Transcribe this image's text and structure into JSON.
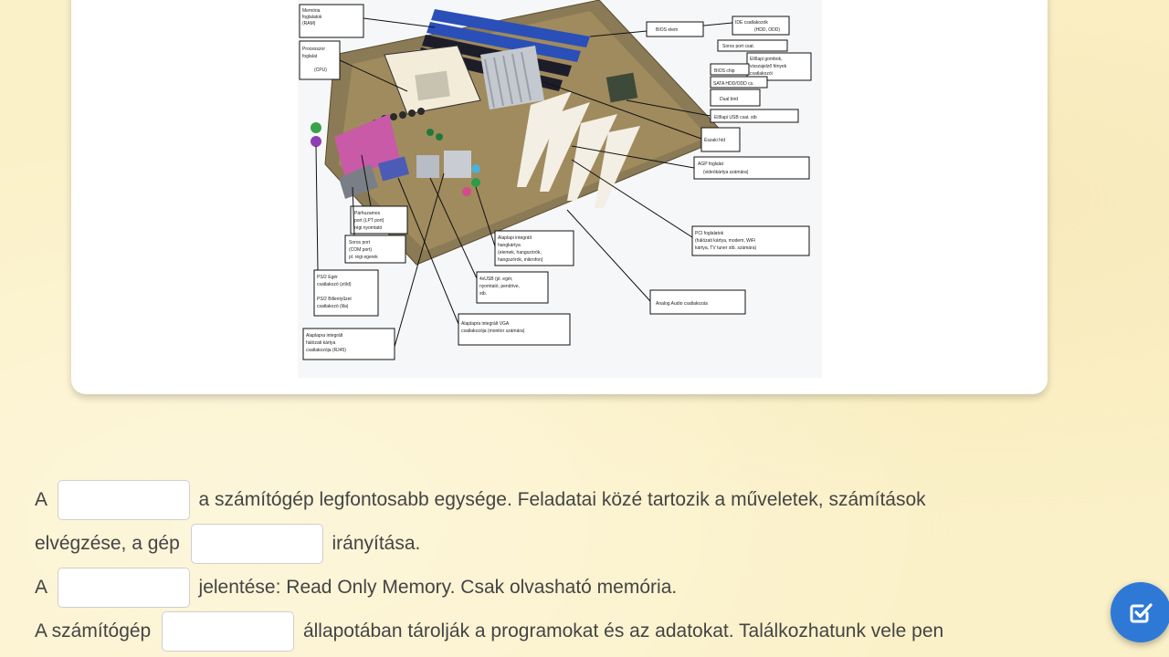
{
  "diagram": {
    "callouts": {
      "ram": [
        "Memória",
        "foglalatok",
        "(RAM)"
      ],
      "cpu": [
        "Processzor",
        "foglalat",
        "(CPU)"
      ],
      "ide": [
        "IDE csatlakozók",
        "(HDD, ODD)"
      ],
      "bios_elem": [
        "BIOS elem"
      ],
      "soros_port": [
        "Soros port csat."
      ],
      "elolapi": [
        "Előlapi gombok,",
        "visszajelző fények",
        "csatlakozói"
      ],
      "bios_chip": [
        "BIOS chip"
      ],
      "sata": [
        "SATA HDD/ODD cs."
      ],
      "dual": [
        "Dual bird"
      ],
      "usb_front": [
        "Előlapi USB csat. stb"
      ],
      "eszaki": [
        "Északi híd"
      ],
      "agp": [
        "AGP foglalat",
        "(videókártya számára)"
      ],
      "parhuzamos": [
        "Párhuzamos",
        "port (LPT port)",
        "régi nyomtató"
      ],
      "soros_com": [
        "Soros port",
        "(COM port)",
        "pl. régi egerek"
      ],
      "alaplapi_hang": [
        "Alaplapi integrált",
        "hangkártya",
        "(elemek, hangszórók,",
        "hangszórók, mikrofon)"
      ],
      "usb": [
        "4xUSB (pl. egér,",
        "nyomtató, pendrive,",
        "stb."
      ],
      "pci": [
        "PCI foglalatok",
        "(hálózati kártya, modem, WiFi",
        "kártya, TV tuner stb. számára)"
      ],
      "ps2": [
        "PS/2 Egér",
        "csatlakozó (zöld)",
        "",
        "PS/2 Billentyűzet",
        "csatlakozó (lila)"
      ],
      "analog": [
        "Analog Audio csatlakozás"
      ],
      "vga": [
        "Alaplapra integrált VGA",
        "csatlakozója (monitor számára)"
      ],
      "lan": [
        "Alaplapra integrált",
        "hálózati kártya",
        "csatlakozója (RJ45)"
      ]
    }
  },
  "exercise": {
    "line1": {
      "pre": "A",
      "post": "a számítógép legfontosabb egysége. Feladatai közé tartozik a műveletek, számítások"
    },
    "line2": {
      "pre": "elvégzése, a gép",
      "post": "irányítása."
    },
    "line3": {
      "pre": "A",
      "post": "jelentése: Read Only Memory. Csak olvasható memória."
    },
    "line4": {
      "pre": "A számítógép",
      "post": "állapotában tárolják a programokat és az adatokat. Találkozhatunk vele pen"
    },
    "blanks": [
      "",
      "",
      "",
      ""
    ]
  },
  "check_button": {
    "icon": "checkbox-check-icon"
  },
  "colors": {
    "background": "#fbf1c8",
    "card": "#ffffff",
    "fab": "#2f79d6"
  }
}
